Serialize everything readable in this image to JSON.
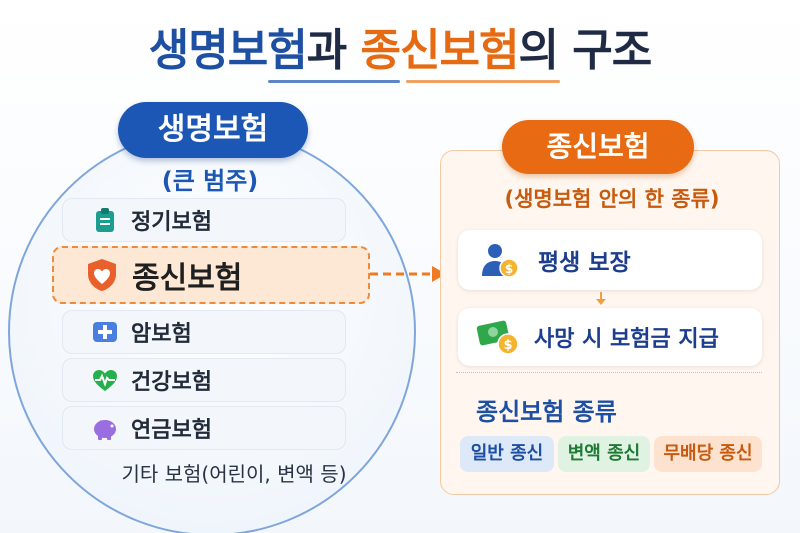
{
  "title": {
    "part1": "생명보험",
    "part2": "과 ",
    "part3": "종신보험",
    "part4": "의 구조"
  },
  "life_insurance": {
    "label": "생명보험",
    "subtitle": "(큰 범주)",
    "items": [
      {
        "label": "정기보험",
        "icon": "clipboard-icon",
        "color": "#1a9e8f"
      },
      {
        "label": "종신보험",
        "icon": "heart-shield-icon",
        "color": "#e8602c",
        "highlighted": true
      },
      {
        "label": "암보험",
        "icon": "medical-cross-icon",
        "color": "#4a7fe0"
      },
      {
        "label": "건강보험",
        "icon": "heartbeat-icon",
        "color": "#25b04d"
      },
      {
        "label": "연금보험",
        "icon": "piggy-bank-icon",
        "color": "#9a6ee0"
      }
    ],
    "footer": "기타 보험(어린이, 변액 등)"
  },
  "whole_life": {
    "label": "종신보험",
    "subtitle": "(생명보험 안의 한 종류)",
    "features": [
      {
        "label": "평생 보장",
        "icon": "person-coin-icon"
      },
      {
        "label": "사망 시 보험금 지급",
        "icon": "money-coin-icon"
      }
    ],
    "kinds_title": "종신보험 종류",
    "kinds": [
      "일반 종신",
      "변액 종신",
      "무배당 종신"
    ]
  },
  "colors": {
    "life_blue": "#1c57b5",
    "whole_orange": "#e86a12"
  }
}
